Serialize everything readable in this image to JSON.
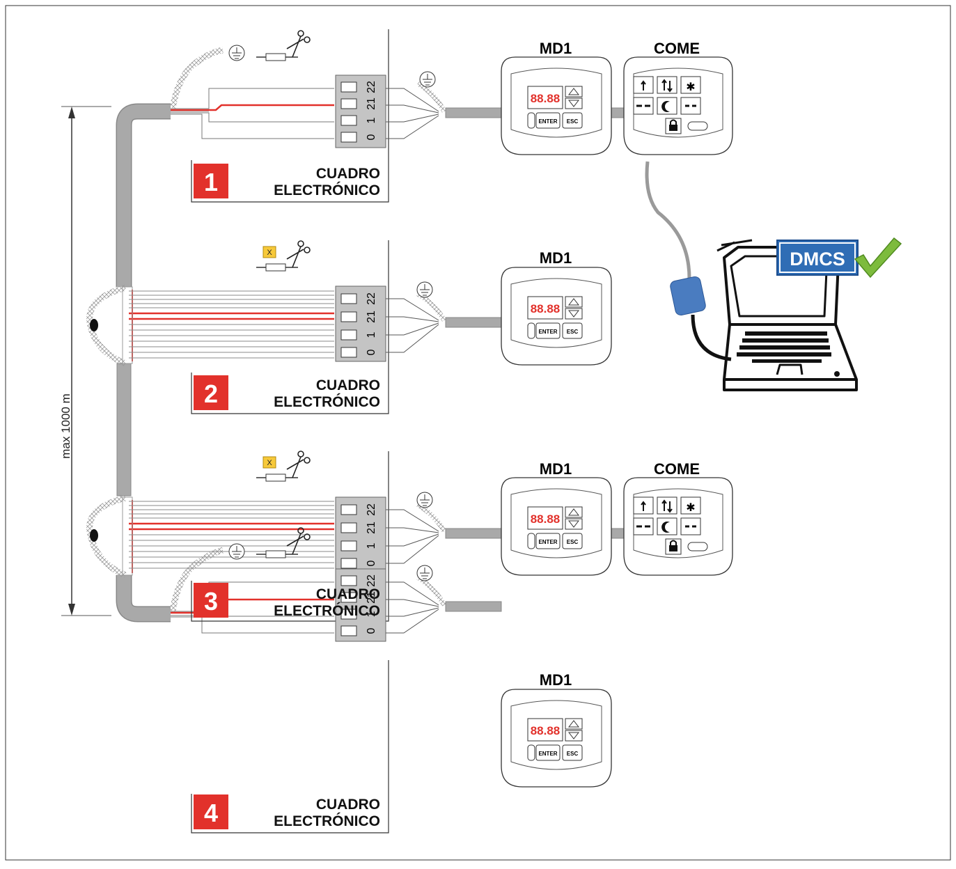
{
  "bus_length_label": "max 1000 m",
  "terminal_labels": [
    "22",
    "21",
    "1",
    "0"
  ],
  "units": [
    {
      "number": "1",
      "label_line1": "CUADRO",
      "label_line2": "ELECTRÓNICO",
      "devices": [
        "MD1",
        "COME"
      ],
      "termination": "earth"
    },
    {
      "number": "2",
      "label_line1": "CUADRO",
      "label_line2": "ELECTRÓNICO",
      "devices": [
        "MD1"
      ],
      "termination": "no-resistor"
    },
    {
      "number": "3",
      "label_line1": "CUADRO",
      "label_line2": "ELECTRÓNICO",
      "devices": [
        "MD1",
        "COME"
      ],
      "termination": "no-resistor"
    },
    {
      "number": "4",
      "label_line1": "CUADRO",
      "label_line2": "ELECTRÓNICO",
      "devices": [
        "MD1"
      ],
      "termination": "earth"
    }
  ],
  "md1_buttons": {
    "enter": "ENTER",
    "esc": "ESC",
    "display": "88.88"
  },
  "no_resistor_mark": "X",
  "software_label": "DMCS",
  "colors": {
    "unit_badge": "#e2312b",
    "red_wire": "#e2312b",
    "cable_grey": "#a9a9a9",
    "terminal_block": "#c4c4c4",
    "dmcs_blue": "#2f6db5",
    "check_green": "#7dbb3d",
    "x_badge": "#f7c93a",
    "usb_adapter": "#4a7cc0"
  }
}
